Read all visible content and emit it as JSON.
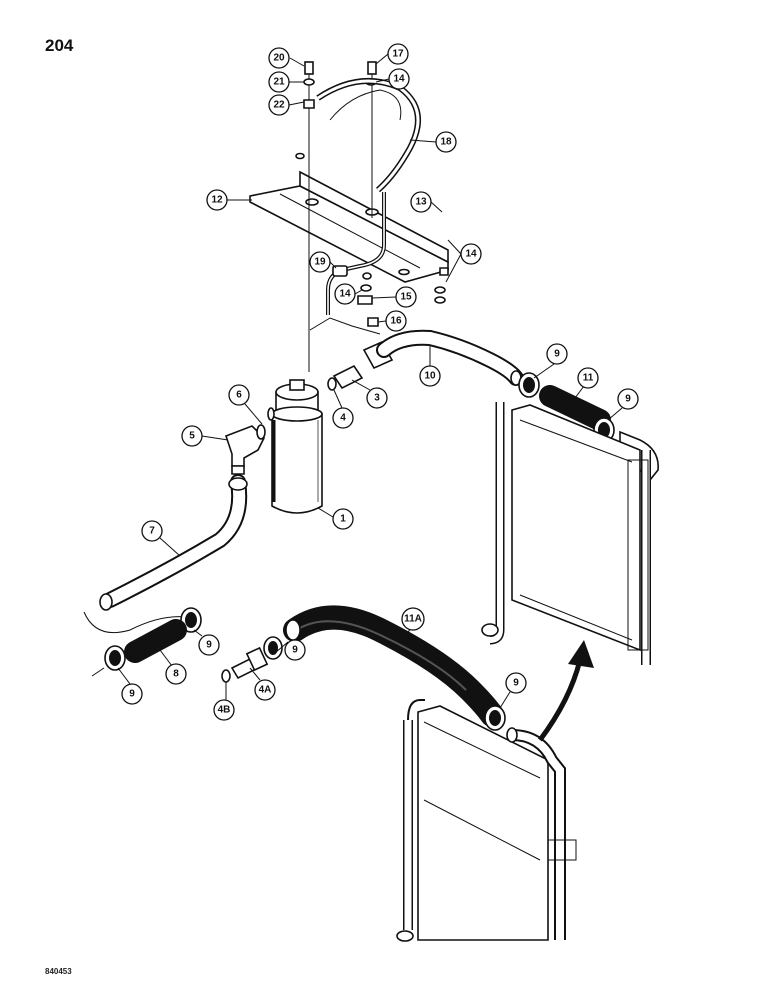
{
  "page": {
    "number": "204",
    "drawing_code": "840453"
  },
  "callouts": [
    {
      "label": "20"
    },
    {
      "label": "17"
    },
    {
      "label": "21"
    },
    {
      "label": "14"
    },
    {
      "label": "22"
    },
    {
      "label": "18"
    },
    {
      "label": "12"
    },
    {
      "label": "13"
    },
    {
      "label": "14"
    },
    {
      "label": "19"
    },
    {
      "label": "14"
    },
    {
      "label": "15"
    },
    {
      "label": "16"
    },
    {
      "label": "10"
    },
    {
      "label": "9"
    },
    {
      "label": "11"
    },
    {
      "label": "9"
    },
    {
      "label": "6"
    },
    {
      "label": "4"
    },
    {
      "label": "3"
    },
    {
      "label": "5"
    },
    {
      "label": "1"
    },
    {
      "label": "7"
    },
    {
      "label": "11A"
    },
    {
      "label": "9"
    },
    {
      "label": "9"
    },
    {
      "label": "8"
    },
    {
      "label": "9"
    },
    {
      "label": "4A"
    },
    {
      "label": "4B"
    },
    {
      "label": "9"
    }
  ],
  "icons": {
    "arrow": "curved-arrow-icon"
  }
}
